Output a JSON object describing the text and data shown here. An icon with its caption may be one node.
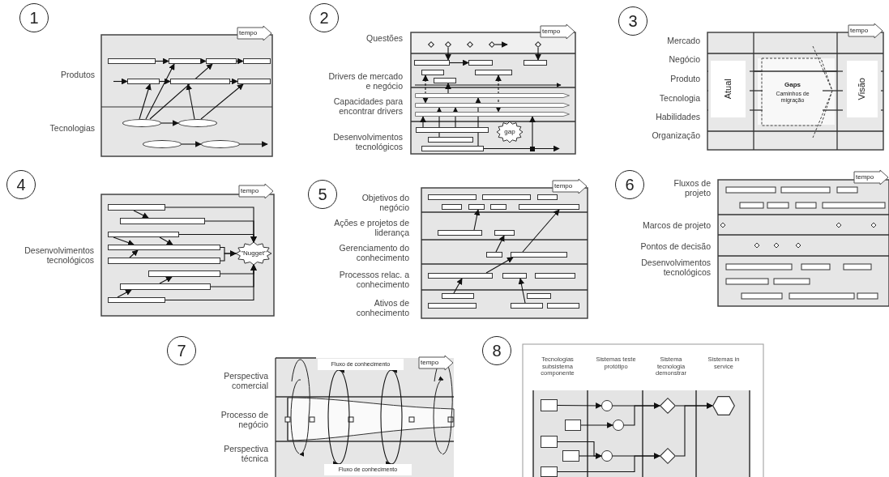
{
  "diagram": {
    "nodes": [
      {
        "text": [
          "1"
        ]
      },
      {
        "text": [
          "tempo"
        ]
      },
      {
        "text": [
          "2"
        ]
      },
      {
        "text": [
          "tempo"
        ]
      },
      {
        "text": [
          "gap"
        ]
      },
      {
        "text": [
          "3"
        ]
      },
      {
        "text": [
          "tempo"
        ]
      },
      {
        "text": [
          "Atual"
        ]
      },
      {
        "text": [
          "Gaps",
          "Caminhos de migração"
        ]
      },
      {
        "text": [
          "Visão"
        ]
      },
      {
        "text": [
          "4"
        ]
      },
      {
        "text": [
          "tempo"
        ]
      },
      {
        "text": [
          "\"Nugget\""
        ]
      },
      {
        "text": [
          "5"
        ]
      },
      {
        "text": [
          "tempo"
        ]
      },
      {
        "text": [
          "6"
        ]
      },
      {
        "text": [
          "tempo"
        ]
      },
      {
        "text": [
          "7"
        ]
      },
      {
        "text": [
          "Fluxo de conhecimento"
        ]
      },
      {
        "text": [
          "tempo"
        ]
      },
      {
        "text": [
          "Fluxo de conhecimento"
        ]
      },
      {
        "text": [
          "8"
        ]
      },
      {
        "text": [],
        "shape": "box"
      },
      {
        "text": [],
        "shape": "circle"
      },
      {
        "text": [],
        "shape": "box"
      },
      {
        "text": [],
        "shape": "circle"
      },
      {
        "text": [],
        "shape": "diamond"
      },
      {
        "text": [],
        "shape": "hexagon"
      },
      {
        "text": [],
        "shape": "box"
      },
      {
        "text": [],
        "shape": "box"
      },
      {
        "text": [],
        "shape": "circle"
      },
      {
        "text": [],
        "shape": "diamond"
      },
      {
        "text": [],
        "shape": "box"
      },
      {
        "text": [],
        "shape": "bar"
      },
      {
        "text": [],
        "shape": "bar"
      },
      {
        "text": [],
        "shape": "bar"
      },
      {
        "text": [],
        "shape": "bar"
      },
      {
        "text": [],
        "shape": "bar"
      },
      {
        "text": [],
        "shape": "bar"
      },
      {
        "text": [],
        "shape": "bar"
      },
      {
        "text": [],
        "shape": "ellipse"
      },
      {
        "text": [],
        "shape": "ellipse"
      },
      {
        "text": [],
        "shape": "ellipse"
      },
      {
        "text": [],
        "shape": "ellipse"
      },
      {
        "text": [],
        "shape": "diamond"
      },
      {
        "text": [],
        "shape": "diamond"
      },
      {
        "text": [],
        "shape": "diamond"
      },
      {
        "text": [],
        "shape": "diamond"
      },
      {
        "text": [],
        "shape": "diamond"
      },
      {
        "text": [],
        "shape": "bar"
      },
      {
        "text": [],
        "shape": "bar"
      },
      {
        "text": [],
        "shape": "bar"
      },
      {
        "text": [],
        "shape": "bar"
      },
      {
        "text": [],
        "shape": "bar"
      },
      {
        "text": [],
        "shape": "bar"
      },
      {
        "text": [],
        "shape": "arrow"
      },
      {
        "text": [],
        "shape": "arrow"
      },
      {
        "text": [],
        "shape": "arrow"
      },
      {
        "text": [],
        "shape": "bar"
      },
      {
        "text": [],
        "shape": "bar"
      },
      {
        "text": [],
        "shape": "bar"
      },
      {
        "text": [],
        "shape": "bar"
      },
      {
        "text": [],
        "shape": "bar"
      },
      {
        "text": [],
        "shape": "bar"
      },
      {
        "text": [],
        "shape": "bar"
      },
      {
        "text": [],
        "shape": "bar"
      },
      {
        "text": [],
        "shape": "bar"
      },
      {
        "text": [],
        "shape": "bar"
      },
      {
        "text": [],
        "shape": "bar"
      },
      {
        "text": [],
        "shape": "bar"
      },
      {
        "text": [],
        "shape": "bar"
      },
      {
        "text": [],
        "shape": "bar"
      },
      {
        "text": [],
        "shape": "bar"
      },
      {
        "text": [],
        "shape": "bar"
      },
      {
        "text": [],
        "shape": "bar"
      },
      {
        "text": [],
        "shape": "bar"
      },
      {
        "text": [],
        "shape": "bar"
      },
      {
        "text": [],
        "shape": "bar"
      },
      {
        "text": [],
        "shape": "bar"
      },
      {
        "text": [],
        "shape": "bar"
      },
      {
        "text": [],
        "shape": "bar"
      },
      {
        "text": [],
        "shape": "bar"
      },
      {
        "text": [],
        "shape": "bar"
      },
      {
        "text": [],
        "shape": "bar"
      },
      {
        "text": [],
        "shape": "bar"
      },
      {
        "text": [],
        "shape": "bar"
      },
      {
        "text": [],
        "shape": "bar"
      },
      {
        "text": [],
        "shape": "bar"
      }
    ],
    "edges": [
      {
        "from": 22,
        "to": 23,
        "arrow": "to"
      },
      {
        "from": 23,
        "to": 26,
        "arrow": "to"
      },
      {
        "from": 26,
        "to": 27,
        "arrow": "to"
      },
      {
        "from": 24,
        "to": 25,
        "arrow": "to"
      },
      {
        "from": 25,
        "to": 26,
        "arrow": "to"
      },
      {
        "from": 28,
        "to": 30,
        "arrow": "to"
      },
      {
        "from": 29,
        "to": 30,
        "arrow": "to"
      },
      {
        "from": 30,
        "to": 31,
        "arrow": "to"
      },
      {
        "from": 32,
        "to": 31,
        "arrow": "to"
      },
      {
        "from": 31,
        "to": 27,
        "arrow": "to"
      },
      {
        "from": 18,
        "to": 20,
        "arrow": "to"
      },
      {
        "from": 20,
        "to": 18,
        "arrow": "to"
      },
      {
        "from": 18,
        "to": 20,
        "arrow": "to"
      },
      {
        "from": 20,
        "to": 18,
        "arrow": "to"
      },
      {
        "from": 33,
        "to": 34,
        "arrow": "to"
      },
      {
        "from": 34,
        "to": 35,
        "arrow": "to"
      },
      {
        "from": 35,
        "to": 36,
        "arrow": "to"
      },
      {
        "from": null,
        "to": 37,
        "arrow": "to"
      },
      {
        "from": 37,
        "to": 38,
        "arrow": "to"
      },
      {
        "from": 38,
        "to": 39,
        "arrow": "to"
      },
      {
        "from": 40,
        "to": 34,
        "arrow": "to"
      },
      {
        "from": 40,
        "to": 37,
        "arrow": "to"
      },
      {
        "from": 40,
        "to": 35,
        "arrow": "to"
      },
      {
        "from": 41,
        "to": 39,
        "arrow": "to"
      },
      {
        "from": 41,
        "to": 38,
        "arrow": "to"
      },
      {
        "from": 40,
        "to": 41,
        "arrow": "to"
      },
      {
        "from": 42,
        "to": 43,
        "arrow": "to"
      },
      {
        "from": 43,
        "to": null,
        "arrow": "to"
      },
      {
        "from": 45,
        "to": 49,
        "arrow": "to"
      },
      {
        "from": 49,
        "to": 50,
        "arrow": "to"
      },
      {
        "from": 47,
        "to": null,
        "arrow": "to"
      },
      {
        "from": 48,
        "to": 51,
        "arrow": "to"
      },
      {
        "from": 55,
        "to": 54,
        "arrow": "to"
      },
      {
        "from": 52,
        "to": 56,
        "arrow": "both",
        "style": "dashed"
      },
      {
        "from": 53,
        "to": 57,
        "arrow": "both",
        "style": "dashed"
      },
      {
        "from": 58,
        "to": 57,
        "arrow": "to"
      },
      {
        "from": 59,
        "to": 56,
        "arrow": "to"
      },
      {
        "from": 58,
        "to": 56,
        "arrow": "to"
      },
      {
        "from": 60,
        "to": 55,
        "arrow": "to"
      },
      {
        "from": 60,
        "to": null,
        "arrow": "to"
      },
      {
        "from": null,
        "to": 57,
        "arrow": "to"
      },
      {
        "from": 61,
        "to": 12,
        "arrow": "to"
      },
      {
        "from": 62,
        "to": 12,
        "arrow": "to"
      },
      {
        "from": 63,
        "to": 12,
        "arrow": "to"
      },
      {
        "from": 64,
        "to": 12,
        "arrow": "to"
      },
      {
        "from": 65,
        "to": 12,
        "arrow": "to"
      },
      {
        "from": 66,
        "to": 12,
        "arrow": "to"
      },
      {
        "from": 67,
        "to": 12,
        "arrow": "to"
      },
      {
        "from": 68,
        "to": 12,
        "arrow": "to"
      },
      {
        "from": 61,
        "to": 62,
        "arrow": "to"
      },
      {
        "from": 63,
        "to": 64,
        "arrow": "to"
      },
      {
        "from": 63,
        "to": 64,
        "arrow": "to"
      },
      {
        "from": 65,
        "to": 64,
        "arrow": "to"
      },
      {
        "from": 67,
        "to": 66,
        "arrow": "to"
      },
      {
        "from": 68,
        "to": 67,
        "arrow": "to"
      },
      {
        "from": 76,
        "to": 73,
        "arrow": "to"
      },
      {
        "from": 78,
        "to": 77,
        "arrow": "to"
      },
      {
        "from": 79,
        "to": 75,
        "arrow": "to"
      },
      {
        "from": 83,
        "to": 80,
        "arrow": "to"
      },
      {
        "from": 86,
        "to": 81,
        "arrow": "to"
      },
      {
        "from": 80,
        "to": 79,
        "arrow": "to"
      }
    ],
    "labels": [
      "Produtos",
      "Tecnologias",
      "Questões",
      "Drivers de mercado e negócio",
      "Capacidades para encontrar drivers",
      "Desenvolvimentos tecnológicos",
      "Mercado",
      "Negócio",
      "Produto",
      "Tecnologia",
      "Habilidades",
      "Organização",
      "Desenvolvimentos tecnológicos",
      "Objetivos do negócio",
      "Ações e projetos de liderança",
      "Gerenciamento do conhecimento",
      "Processos relac. a conhecimento",
      "Ativos de conhecimento",
      "Fluxos de projeto",
      "Marcos de projeto",
      "Pontos de decisão",
      "Desenvolvimentos tecnológicos",
      "Perspectiva comercial",
      "Processo de negócio",
      "Perspectiva técnica",
      "Tecnologias subsistema componente",
      "Sistemas teste protótipo",
      "Sistema tecnologia demonstrar",
      "Sistemas in service"
    ]
  }
}
